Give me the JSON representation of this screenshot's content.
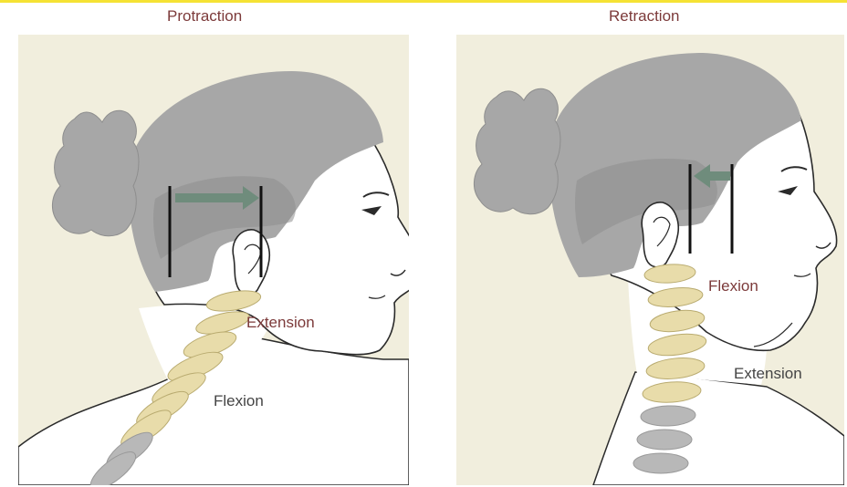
{
  "panels": [
    {
      "title": "Protraction",
      "labels": {
        "upper": "Extension",
        "lower": "Flexion"
      }
    },
    {
      "title": "Retraction",
      "labels": {
        "upper": "Flexion",
        "lower": "Extension"
      }
    }
  ],
  "colors": {
    "background": "#f1eedd",
    "hair": "#a7a7a7",
    "hair_dark": "#8e8e8e",
    "skin": "#ffffff",
    "outline": "#2a2a2a",
    "bone": "#e8dcaa",
    "bone_grey": "#b8b8b8",
    "arrow": "#6f8c7c",
    "label_red": "#7c3a3a",
    "label_grey": "#444444",
    "title": "#7c3a3a"
  }
}
